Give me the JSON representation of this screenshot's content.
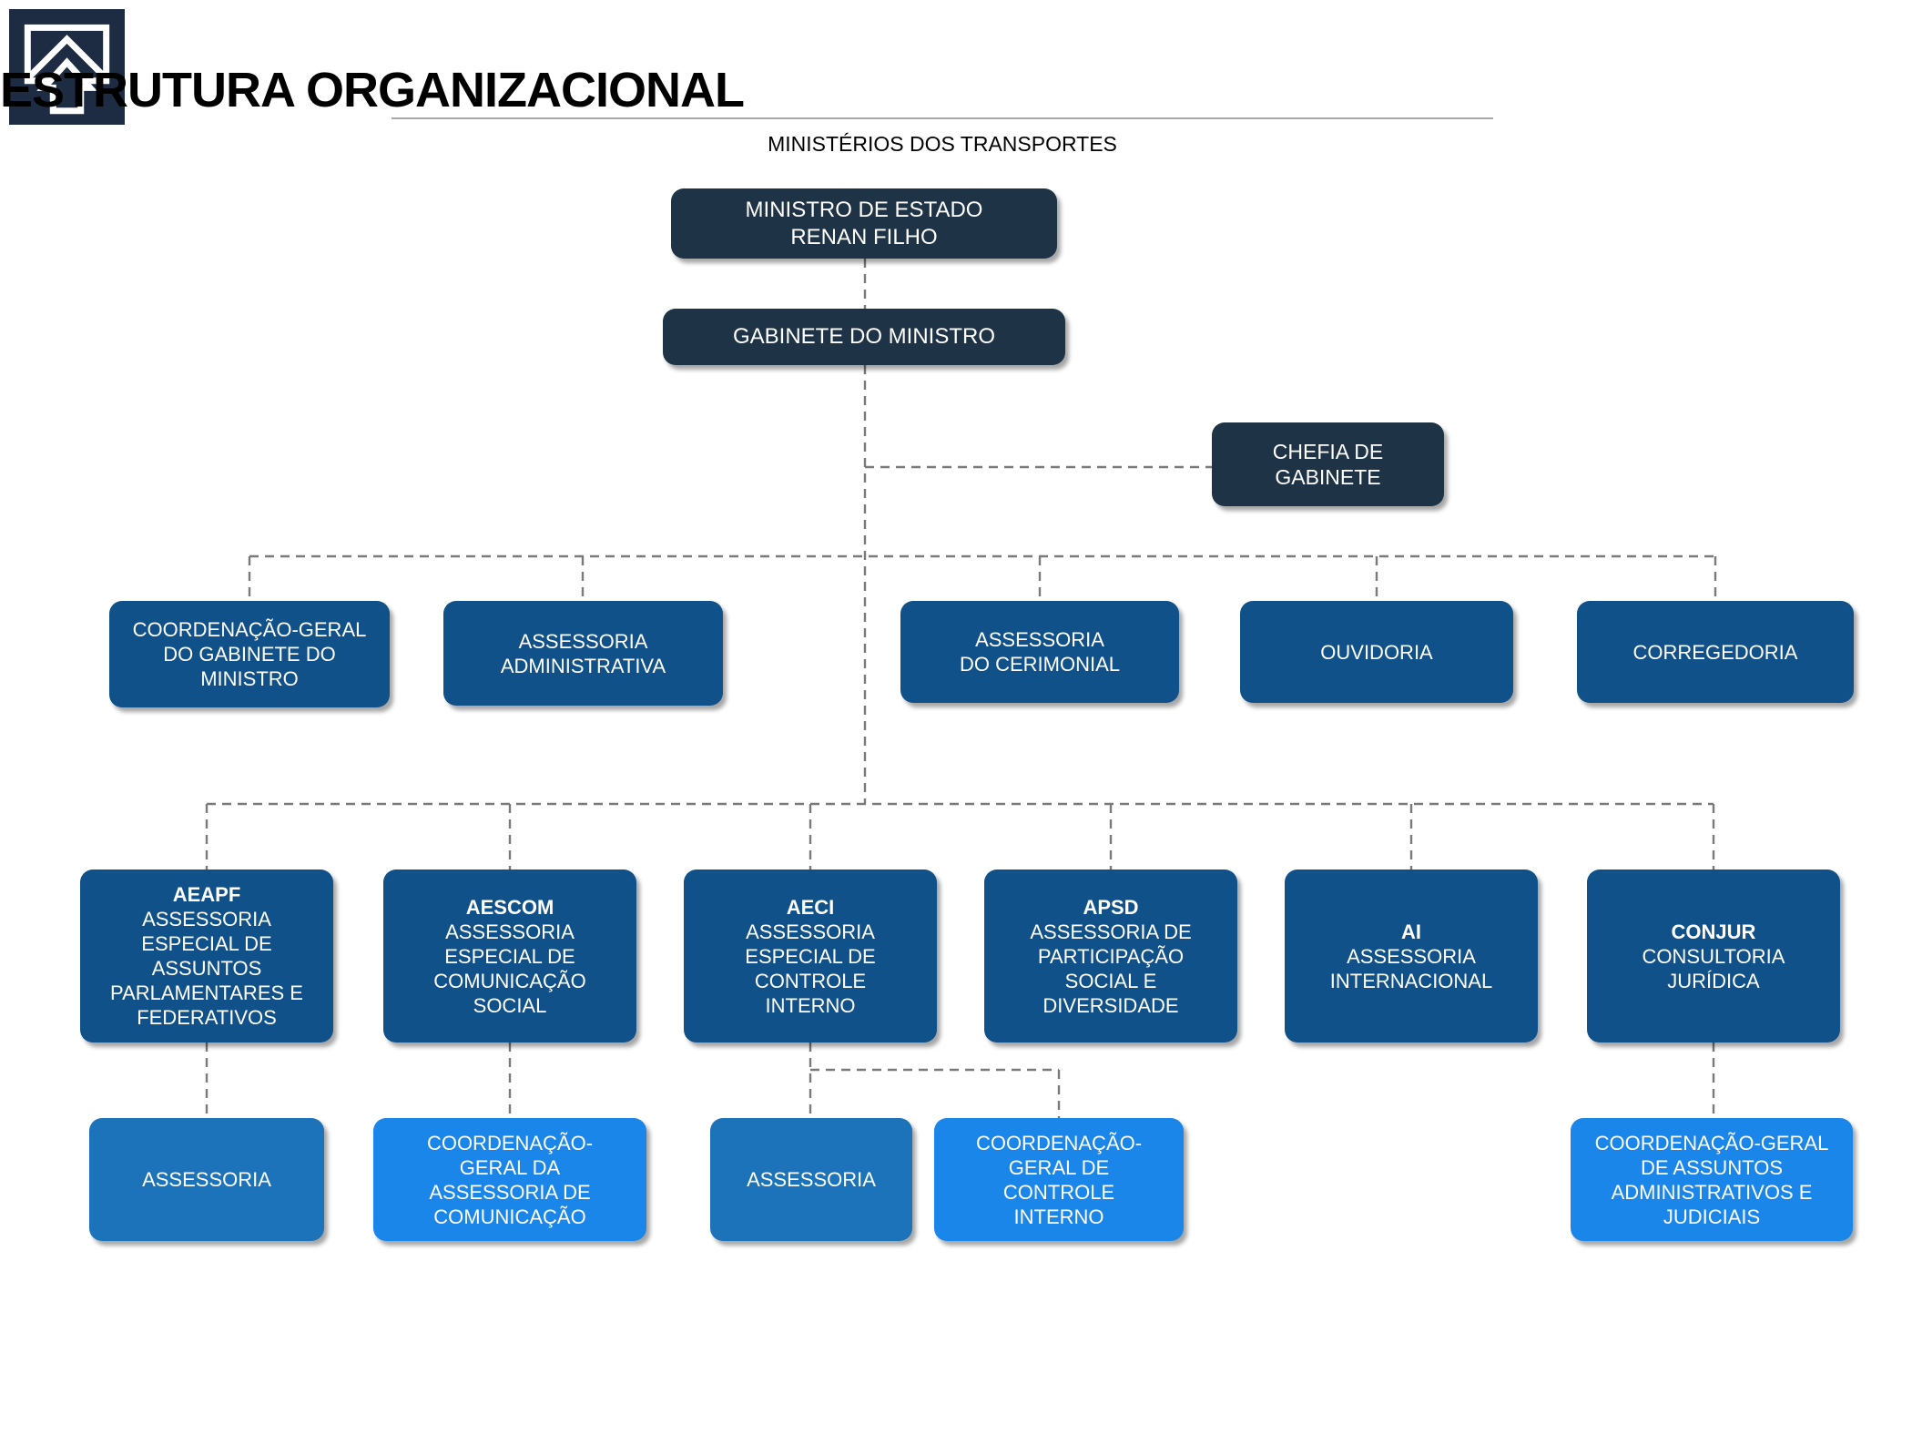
{
  "header": {
    "title": "ESTRUTURA ORGANIZACIONAL",
    "subtitle": "MINISTÉRIOS DOS TRANSPORTES"
  },
  "logo": {
    "icon": "up-arrow-house-icon"
  },
  "palette": {
    "dark_navy": "#1e3345",
    "deep_blue": "#115189",
    "medium_blue": "#1c73ba",
    "bright_blue": "#1b86e9",
    "connector_gray": "#7a7a7a"
  },
  "org": {
    "ministro": {
      "title": "MINISTRO DE ESTADO",
      "name": "RENAN FILHO"
    },
    "gabinete": {
      "label": "GABINETE DO MINISTRO"
    },
    "chefia": {
      "label": "CHEFIA DE GABINETE"
    },
    "nivel2": [
      {
        "label": "COORDENAÇÃO-GERAL\nDO GABINETE DO\nMINISTRO"
      },
      {
        "label": "ASSESSORIA\nADMINISTRATIVA"
      },
      {
        "label": "ASSESSORIA\nDO CERIMONIAL"
      },
      {
        "label": "OUVIDORIA"
      },
      {
        "label": "CORREGEDORIA"
      }
    ],
    "nivel3": [
      {
        "acronym": "AEAPF",
        "label": "ASSESSORIA\nESPECIAL DE\nASSUNTOS\nPARLAMENTARES E\nFEDERATIVOS"
      },
      {
        "acronym": "AESCOM",
        "label": "ASSESSORIA\nESPECIAL DE\nCOMUNICAÇÃO\nSOCIAL"
      },
      {
        "acronym": "AECI",
        "label": "ASSESSORIA\nESPECIAL DE\nCONTROLE\nINTERNO"
      },
      {
        "acronym": "APSD",
        "label": "ASSESSORIA DE\nPARTICIPAÇÃO\nSOCIAL E\nDIVERSIDADE"
      },
      {
        "acronym": "AI",
        "label": "ASSESSORIA\nINTERNACIONAL"
      },
      {
        "acronym": "CONJUR",
        "label": "CONSULTORIA\nJURÍDICA"
      }
    ],
    "nivel4": [
      {
        "label": "ASSESSORIA"
      },
      {
        "label": "COORDENAÇÃO-\nGERAL DA\nASSESSORIA DE\nCOMUNICAÇÃO"
      },
      {
        "label": "ASSESSORIA"
      },
      {
        "label": "COORDENAÇÃO-\nGERAL DE\nCONTROLE\nINTERNO"
      },
      {
        "label": "COORDENAÇÃO-GERAL\nDE ASSUNTOS\nADMINISTRATIVOS E\nJUDICIAIS"
      }
    ]
  }
}
